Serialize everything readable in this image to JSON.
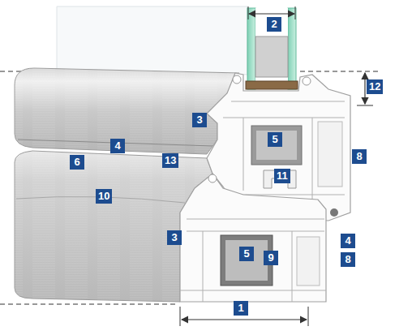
{
  "diagram": {
    "labels": [
      "2",
      "12",
      "3",
      "5",
      "4",
      "8",
      "6",
      "13",
      "11",
      "10",
      "3",
      "4",
      "5",
      "9",
      "8",
      "1"
    ]
  }
}
